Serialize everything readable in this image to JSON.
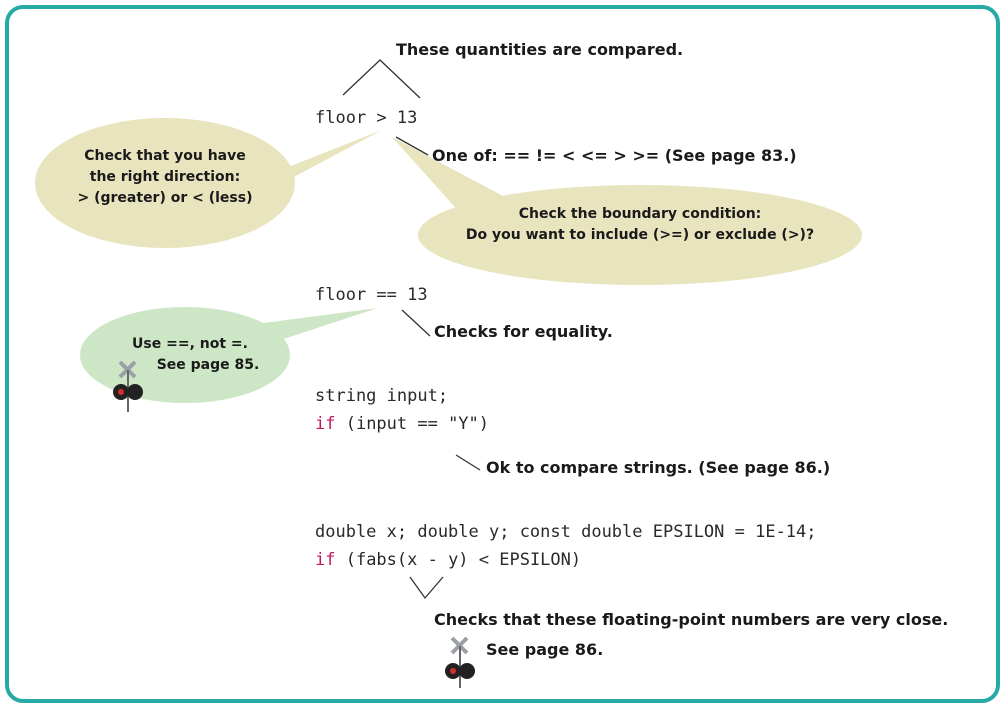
{
  "colors": {
    "frame": "#27a9a6",
    "tan_bubble": "#e8e4be",
    "green_bubble": "#cde7c6",
    "keyword": "#c2185b"
  },
  "top_note": "These quantities are compared.",
  "expr1": "floor > 13",
  "note_operators": "One of: == != < <= > >= (See page 83.)",
  "bubble_direction": {
    "line1": "Check that you have",
    "line2": "the right direction:",
    "line3": "> (greater) or < (less)"
  },
  "bubble_boundary": {
    "line1": "Check the boundary condition:",
    "line2": "Do you want to include (>=) or exclude (>)?"
  },
  "expr2": "floor == 13",
  "note_equality": "Checks for equality.",
  "bubble_use": {
    "line1": "Use ==, not =.",
    "line2": "See page 85."
  },
  "code3": {
    "line1": "string input;",
    "line2_kw": "if",
    "line2_rest": " (input == \"Y\")"
  },
  "note_strings": "Ok to compare strings. (See page 86.)",
  "code4": {
    "line1": "double x; double y; const double EPSILON = 1E-14;",
    "line2_kw": "if",
    "line2_rest": " (fabs(x - y) < EPSILON)"
  },
  "note_float": "Checks that these floating-point numbers are very close.",
  "note_float_ref": "See page 86.",
  "icons": [
    "railroad-crossing-icon",
    "railroad-crossing-icon"
  ]
}
